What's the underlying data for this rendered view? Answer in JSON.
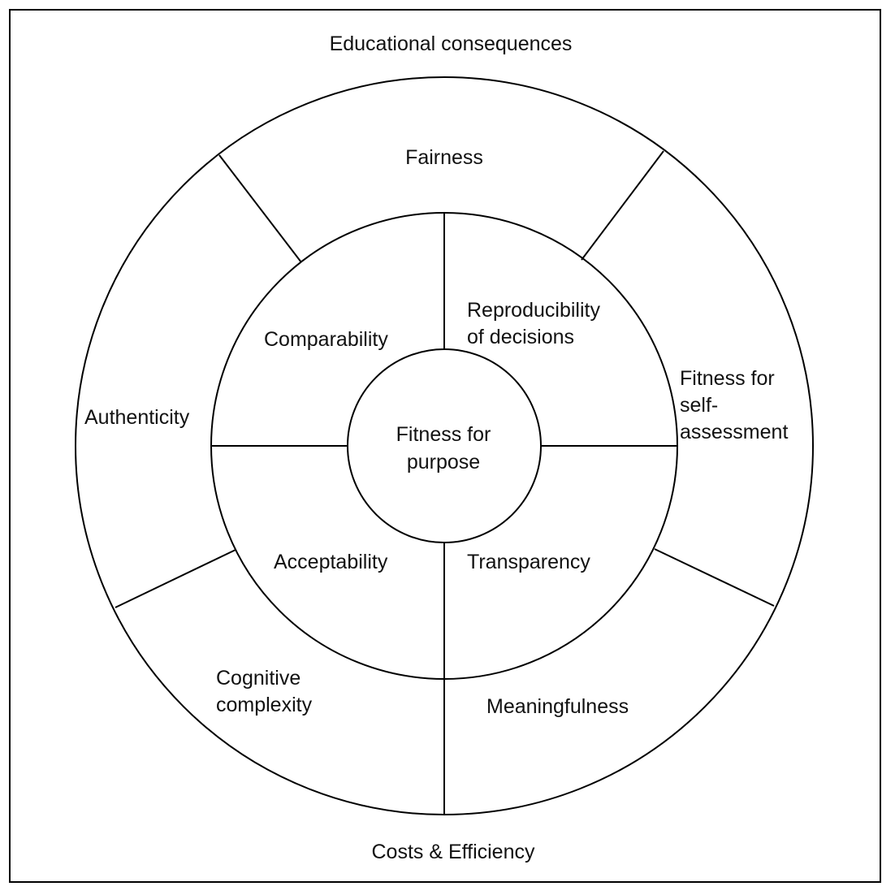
{
  "frame": {
    "top_label": "Educational consequences",
    "bottom_label": "Costs & Efficiency"
  },
  "outer_ring": {
    "fairness": "Fairness",
    "authenticity": "Authenticity",
    "fitness_self_assessment": [
      "Fitness for",
      "self-",
      "assessment"
    ],
    "cognitive_complexity": [
      "Cognitive",
      "complexity"
    ],
    "meaningfulness": "Meaningfulness"
  },
  "middle_ring": {
    "comparability": "Comparability",
    "reproducibility": [
      "Reproducibility",
      "of decisions"
    ],
    "acceptability": "Acceptability",
    "transparency": "Transparency"
  },
  "center": {
    "label": [
      "Fitness for",
      "purpose"
    ]
  },
  "colors": {
    "line": "#000000",
    "text": "#111111",
    "background": "#ffffff"
  }
}
